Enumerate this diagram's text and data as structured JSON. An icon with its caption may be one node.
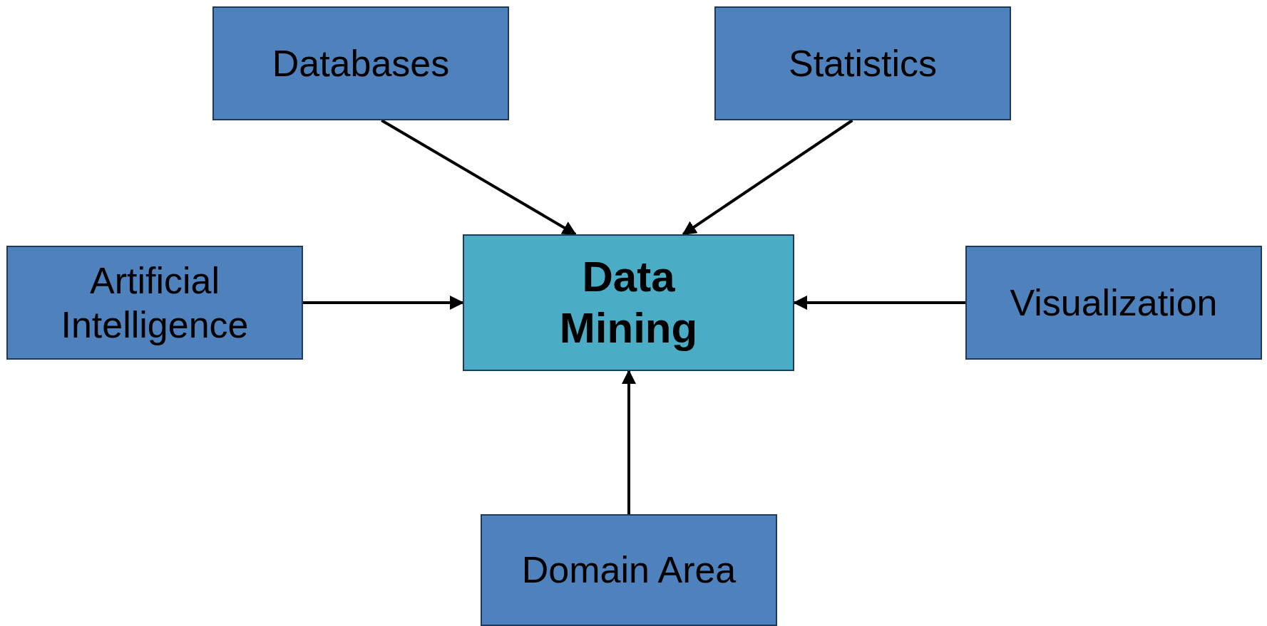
{
  "diagram": {
    "nodes": [
      {
        "text": [
          "Databases"
        ]
      },
      {
        "text": [
          "Statistics"
        ]
      },
      {
        "text": [
          "Artificial Intelligence"
        ]
      },
      {
        "text": [
          "Data Mining"
        ]
      },
      {
        "text": [
          "Visualization"
        ]
      },
      {
        "text": [
          "Domain Area"
        ]
      }
    ],
    "edges": [
      {
        "from": 0,
        "to": 3,
        "arrow": "to"
      },
      {
        "from": 1,
        "to": 3,
        "arrow": "to"
      },
      {
        "from": 2,
        "to": 3,
        "arrow": "to"
      },
      {
        "from": 4,
        "to": 3,
        "arrow": "to"
      },
      {
        "from": 5,
        "to": 3,
        "arrow": "to"
      }
    ]
  }
}
